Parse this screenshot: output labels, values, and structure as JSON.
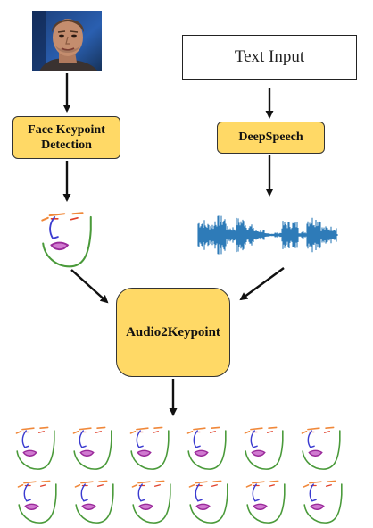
{
  "nodes": {
    "text_input": "Text Input",
    "face_keypoint_detection": "Face Keypoint Detection",
    "deepspeech": "DeepSpeech",
    "audio2keypoint": "Audio2Keypoint"
  },
  "colors": {
    "node_fill": "#ffd966",
    "waveform": "#2e7bb8",
    "jaw": "#4a9a3a",
    "brow": "#f0883a",
    "nose_eye": "#3b3bd0",
    "mouth": "#b040b0",
    "arrow": "#111111"
  },
  "icons": {
    "photo": "face-photo",
    "keypoint_face": "face-keypoints-icon",
    "waveform": "audio-waveform-icon"
  }
}
